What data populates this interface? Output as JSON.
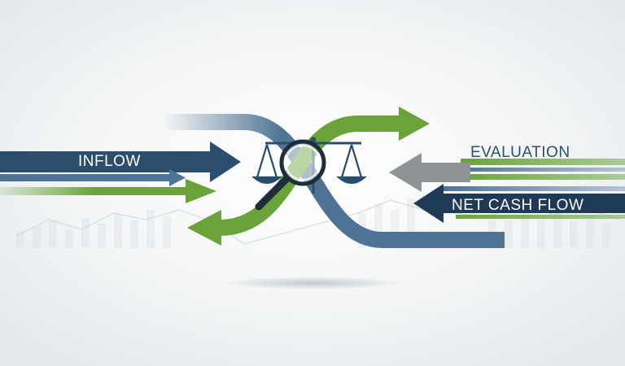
{
  "labels": {
    "inflow": "INFLOW",
    "evaluation": "EVALUATION",
    "net_cash_flow": "NET CASH FLOW"
  },
  "icons": {
    "balance": "balance-scale-icon",
    "magnifier": "magnifying-glass-icon"
  },
  "colors": {
    "navy": "#2c4e6e",
    "steel_blue": "#4f7394",
    "green": "#6aa33a",
    "gray": "#8f9396",
    "dark_navy": "#1e3a57"
  }
}
